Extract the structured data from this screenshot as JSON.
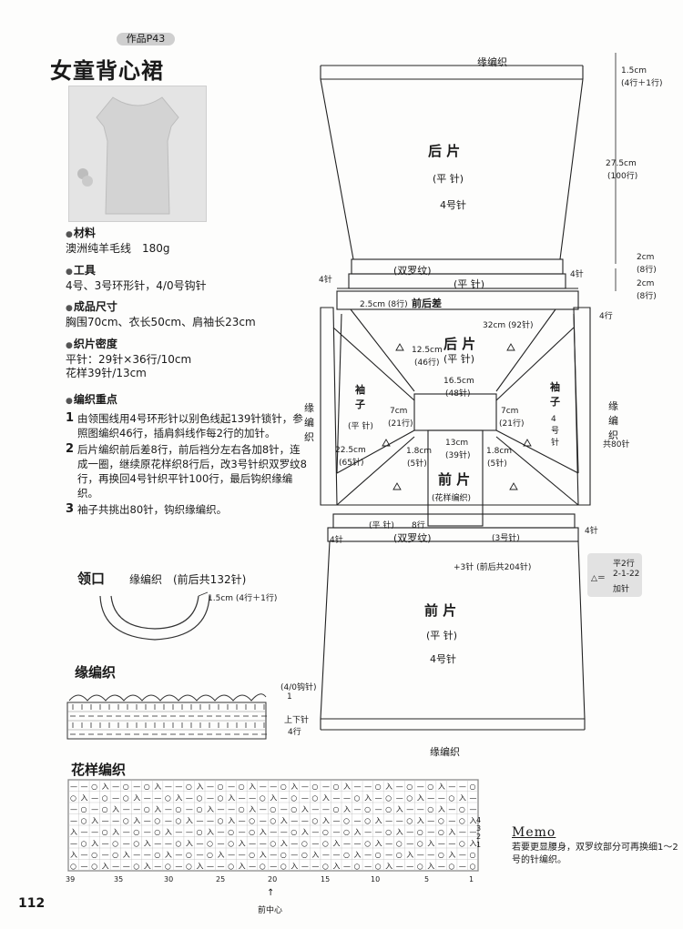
{
  "header": {
    "badge": "作品P43",
    "title": "女童背心裙"
  },
  "info": {
    "materials_title": "材料",
    "materials": "澳洲纯羊毛线　180g",
    "tools_title": "工具",
    "tools": "4号、3号环形针，4/0号钩针",
    "size_title": "成品尺寸",
    "size": "胸围70cm、衣长50cm、肩袖长23cm",
    "gauge_title": "织片密度",
    "gauge_1": "平针：29针×36行/10cm",
    "gauge_2": "花样39针/13cm"
  },
  "steps": {
    "title": "编织重点",
    "items": [
      {
        "num": "1",
        "text": "由领围线用4号环形针以别色线起139针锁针，参照图编织46行，插肩斜线作每2行的加针。"
      },
      {
        "num": "2",
        "text": "后片编织前后差8行，前后裆分左右各加8针，连成一圈，继续原花样织8行后，改3号针织双罗纹8行，再换回4号针织平针100行，最后钩织缘编织。"
      },
      {
        "num": "3",
        "text": "袖子共挑出80针，钩织缘编织。"
      }
    ]
  },
  "collar": {
    "title": "领口",
    "subtitle": "缘编织　(前后共132针)",
    "dim": "1.5cm (4行＋1行)"
  },
  "edging": {
    "title": "缘编织",
    "hook": "(4/0钩针)",
    "row1": "1",
    "stitch": "上下针",
    "rows": "4行"
  },
  "pattern": {
    "title": "花样编织",
    "x_ticks": [
      "39",
      "35",
      "30",
      "25",
      "20",
      "15",
      "10",
      "5",
      "1"
    ],
    "y_ticks": [
      "4",
      "3",
      "2",
      "1"
    ],
    "center": "前中心"
  },
  "diagram": {
    "top_edge": "缘编织",
    "top_dim": "1.5cm",
    "top_dim_rows": "(4行＋1行)",
    "back_length": "27.5cm",
    "back_rows": "(100行)",
    "rib_dim": "2cm",
    "rib_rows": "(8行)",
    "rib_dim2": "2cm",
    "rib_rows2": "(8行)",
    "back_name": "后 片",
    "back_stitch": "(平 针)",
    "back_needle": "4号针",
    "rib_label": "(双罗纹)",
    "plain_label": "(平 针)",
    "diff_label": "2.5cm (8行)",
    "diff_name": "前后差",
    "back_neck_w": "32cm (92针)",
    "yoke_back_name": "后 片",
    "yoke_back_stitch": "(平 针)",
    "yoke_depth": "12.5cm",
    "yoke_depth_rows": "(46行)",
    "neck_w": "16.5cm",
    "neck_sts": "(48针)",
    "sleeve_l_name": "袖\n子",
    "sleeve_l_stitch": "(平 针)",
    "sleeve_r_name": "袖\n子",
    "sleeve_r_needle": "4\n号\n针",
    "sleeve_edge_l": "缘\n编\n织",
    "sleeve_edge_r": "缘\n编\n织",
    "sleeve_sts": "共80针",
    "side_7cm": "7cm",
    "side_21": "(21行)",
    "side_7cm_r": "7cm",
    "side_21_r": "(21行)",
    "armhole": "22.5cm",
    "armhole_sts": "(65针)",
    "front_w": "13cm",
    "front_sts": "(39针)",
    "gusset_l": "1.8cm",
    "gusset_l_sts": "(5针)",
    "gusset_r": "1.8cm",
    "gusset_r_sts": "(5针)",
    "yoke_front_name": "前 片",
    "yoke_front_stitch": "(花样编织)",
    "plain_l": "(平 针)",
    "eight_rows": "8行",
    "rib3": "(3号针)",
    "rib_label2": "(双罗纹)",
    "add3": "+3针 (前后共204针)",
    "front_name": "前 片",
    "front_stitch": "(平 针)",
    "front_needle": "4号针",
    "bottom_edge": "缘编织",
    "four_sts": "4针",
    "four_rows": "4行",
    "legend_title": "△＝",
    "legend_1": "平2行",
    "legend_2": "2-1-22",
    "legend_3": "加针"
  },
  "memo": {
    "title": "Memo",
    "text": "若要更显腰身，双罗纹部分可再换细1～2号的针编织。"
  },
  "page": {
    "number": "112"
  }
}
